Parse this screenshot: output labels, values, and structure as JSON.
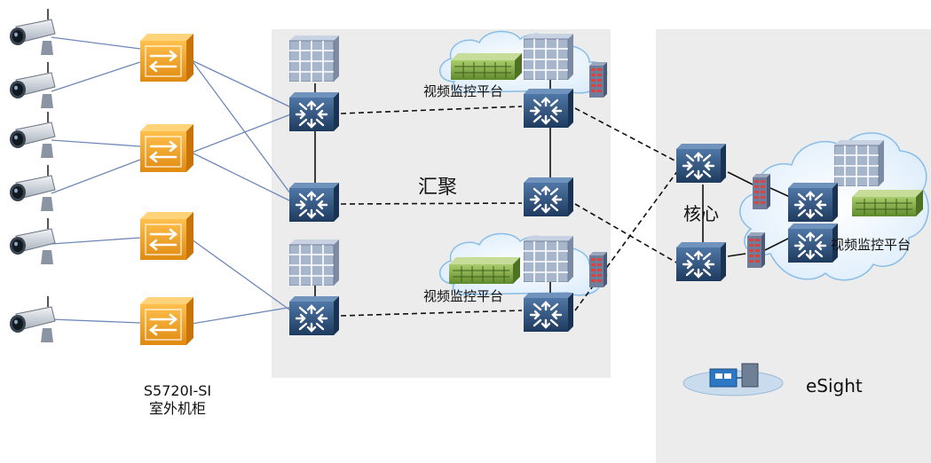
{
  "labels": {
    "platform_1": "视频监控平台",
    "platform_2": "视频监控平台",
    "platform_3": "视频监控平台",
    "aggregation": "汇聚",
    "core": "核心",
    "esight": "eSight",
    "switch_model": "S5720I-SI",
    "cabinet": "室外机柜"
  },
  "icons": {
    "camera": "ip-camera-icon",
    "access_switch": "outdoor-access-switch-icon",
    "l3_switch": "layer3-switch-icon",
    "storage": "storage-array-icon",
    "video_wall": "video-wall-icon",
    "firewall": "firewall-icon",
    "cloud": "cloud-icon",
    "nms": "network-management-icon"
  },
  "colors": {
    "zone_bg": "#ececec",
    "switch_blue": "#2c4f78",
    "access_orange": "#f2a21e",
    "storage_green": "#8bb24c",
    "cloud_fill": "#eef6fd",
    "cloud_stroke": "#88bde8",
    "firewall_red": "#c23a3a",
    "link_blue": "#6e88b8"
  }
}
